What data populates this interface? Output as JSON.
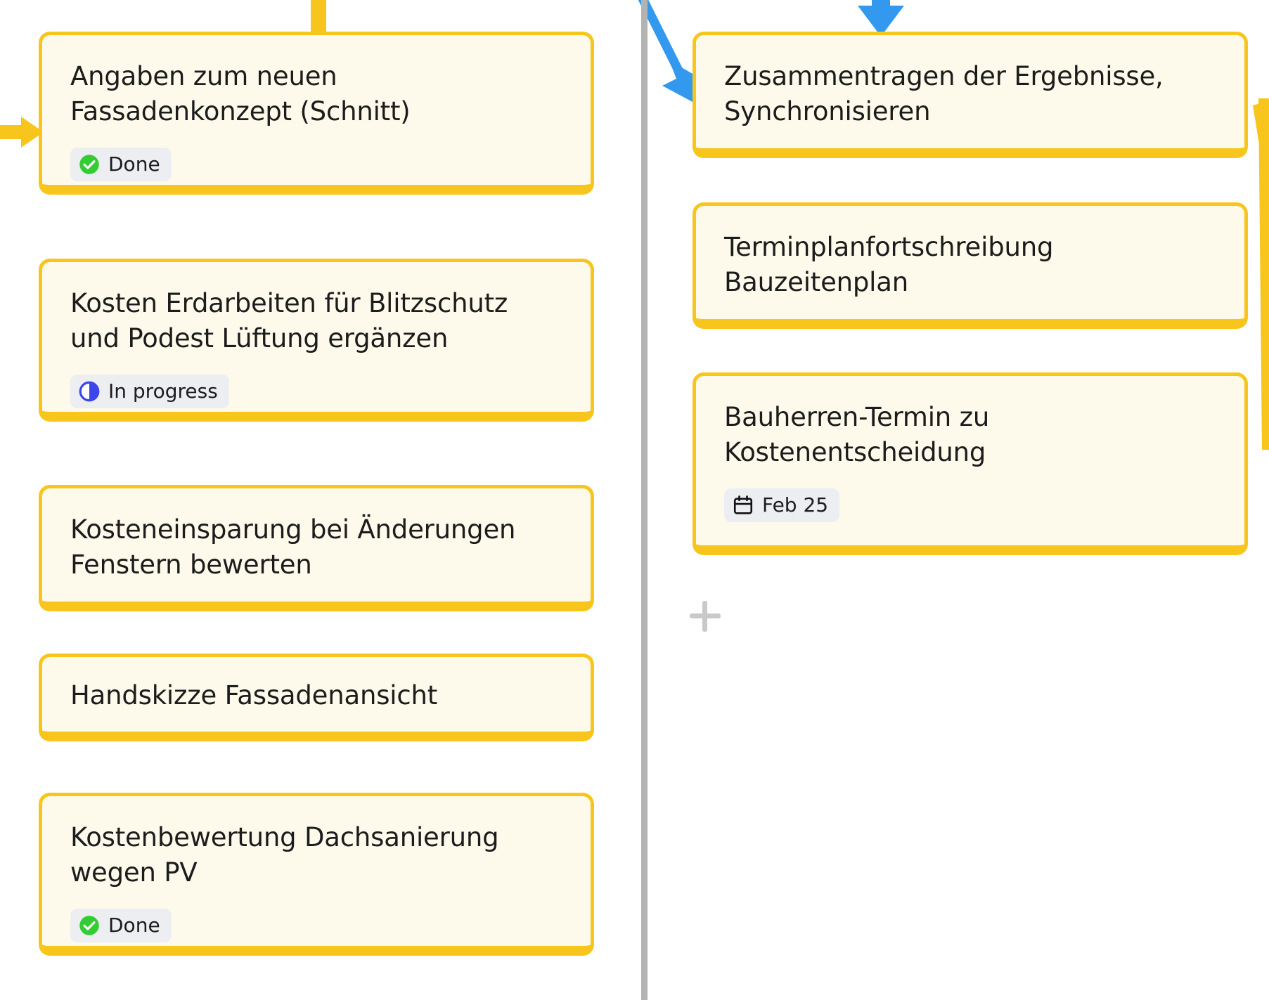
{
  "board": {
    "divider_color": "#b3b3b3",
    "card_fill": "#fdfaec",
    "card_border": "#f8c51c",
    "connector_gold": "#f8c51c",
    "connector_blue": "#3399ee",
    "badge_bg": "#eceef2",
    "done_color": "#33cc33",
    "in_progress_color": "#3d46e8"
  },
  "columns": [
    {
      "name": "left-column",
      "cards": [
        {
          "title": "Angaben zum neuen\nFassadenkonzept (Schnitt)",
          "badge": {
            "type": "status",
            "icon": "check-circle-icon",
            "label": "Done"
          }
        },
        {
          "title": "Kosten Erdarbeiten für Blitzschutz\nund Podest Lüftung ergänzen",
          "badge": {
            "type": "status",
            "icon": "half-circle-icon",
            "label": "In progress"
          }
        },
        {
          "title": "Kosteneinsparung bei Änderungen\nFenstern bewerten",
          "badge": null
        },
        {
          "title": "Handskizze Fassadenansicht",
          "badge": null
        },
        {
          "title": "Kostenbewertung Dachsanierung\nwegen PV",
          "badge": {
            "type": "status",
            "icon": "check-circle-icon",
            "label": "Done"
          }
        }
      ]
    },
    {
      "name": "right-column",
      "cards": [
        {
          "title": "Zusammentragen der Ergebnisse,\nSynchronisieren",
          "badge": null
        },
        {
          "title": "Terminplanfortschreibung\nBauzeitenplan",
          "badge": null
        },
        {
          "title": "Bauherren-Termin zu\nKostenentscheidung",
          "badge": {
            "type": "date",
            "icon": "calendar-icon",
            "label": "Feb 25"
          }
        }
      ],
      "add_button_label": "+"
    }
  ]
}
